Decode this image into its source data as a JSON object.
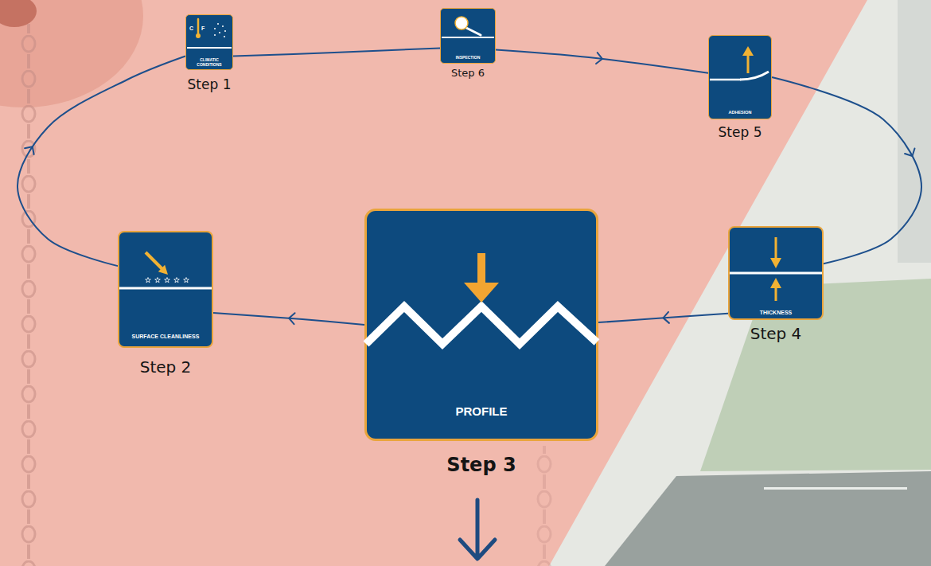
{
  "diagram": {
    "nodes": [
      {
        "text": [
          "CLIMATIC CONDITIONS",
          "Step 1"
        ]
      },
      {
        "text": [
          "INSPECTION",
          "Step 6"
        ]
      },
      {
        "text": [
          "ADHESION",
          "Step 5"
        ]
      },
      {
        "text": [
          "SURFACE CLEANLINESS",
          "Step 2"
        ]
      },
      {
        "text": [
          "PROFILE",
          "Step 3"
        ]
      },
      {
        "text": [
          "THICKNESS",
          "Step 4"
        ]
      }
    ],
    "edges": [
      {
        "from": 0,
        "to": 1,
        "arrow": "none"
      },
      {
        "from": 1,
        "to": 2,
        "arrow": "to"
      },
      {
        "from": 2,
        "to": 5,
        "arrow": "to"
      },
      {
        "from": 5,
        "to": 4,
        "arrow": "to"
      },
      {
        "from": 4,
        "to": 3,
        "arrow": "to"
      },
      {
        "from": 3,
        "to": 0,
        "arrow": "to"
      }
    ],
    "labels": [
      "C",
      "F"
    ]
  }
}
